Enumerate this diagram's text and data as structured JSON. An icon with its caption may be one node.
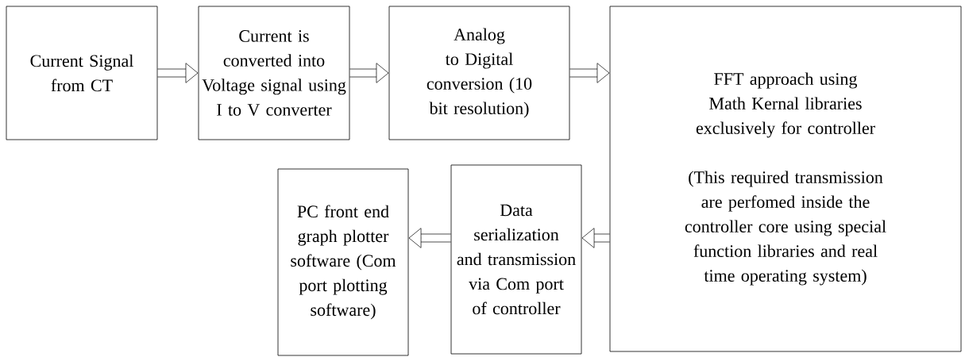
{
  "diagram": {
    "nodes": [
      {
        "text": [
          "Current Signal from CT"
        ]
      },
      {
        "text": [
          "Current is converted into Voltage signal using I to V converter"
        ]
      },
      {
        "text": [
          "Analog to Digital conversion (10 bit resolution)"
        ]
      },
      {
        "text": [
          "FFT approach using Math Kernal libraries exclusively for controller",
          "(This required transmission are perfomed inside the controller core using special function libraries and real time operating system)"
        ]
      },
      {
        "text": [
          "PC front end graph plotter software (Com port plotting software)"
        ]
      },
      {
        "text": [
          "Data serialization and transmission via Com port of controller"
        ]
      }
    ],
    "edges": [
      {
        "from": 0,
        "to": 1,
        "arrow": "to"
      },
      {
        "from": 1,
        "to": 2,
        "arrow": "to"
      },
      {
        "from": 2,
        "to": 3,
        "arrow": "to"
      },
      {
        "from": 3,
        "to": 5,
        "arrow": "to"
      },
      {
        "from": 5,
        "to": 4,
        "arrow": "to"
      }
    ]
  }
}
